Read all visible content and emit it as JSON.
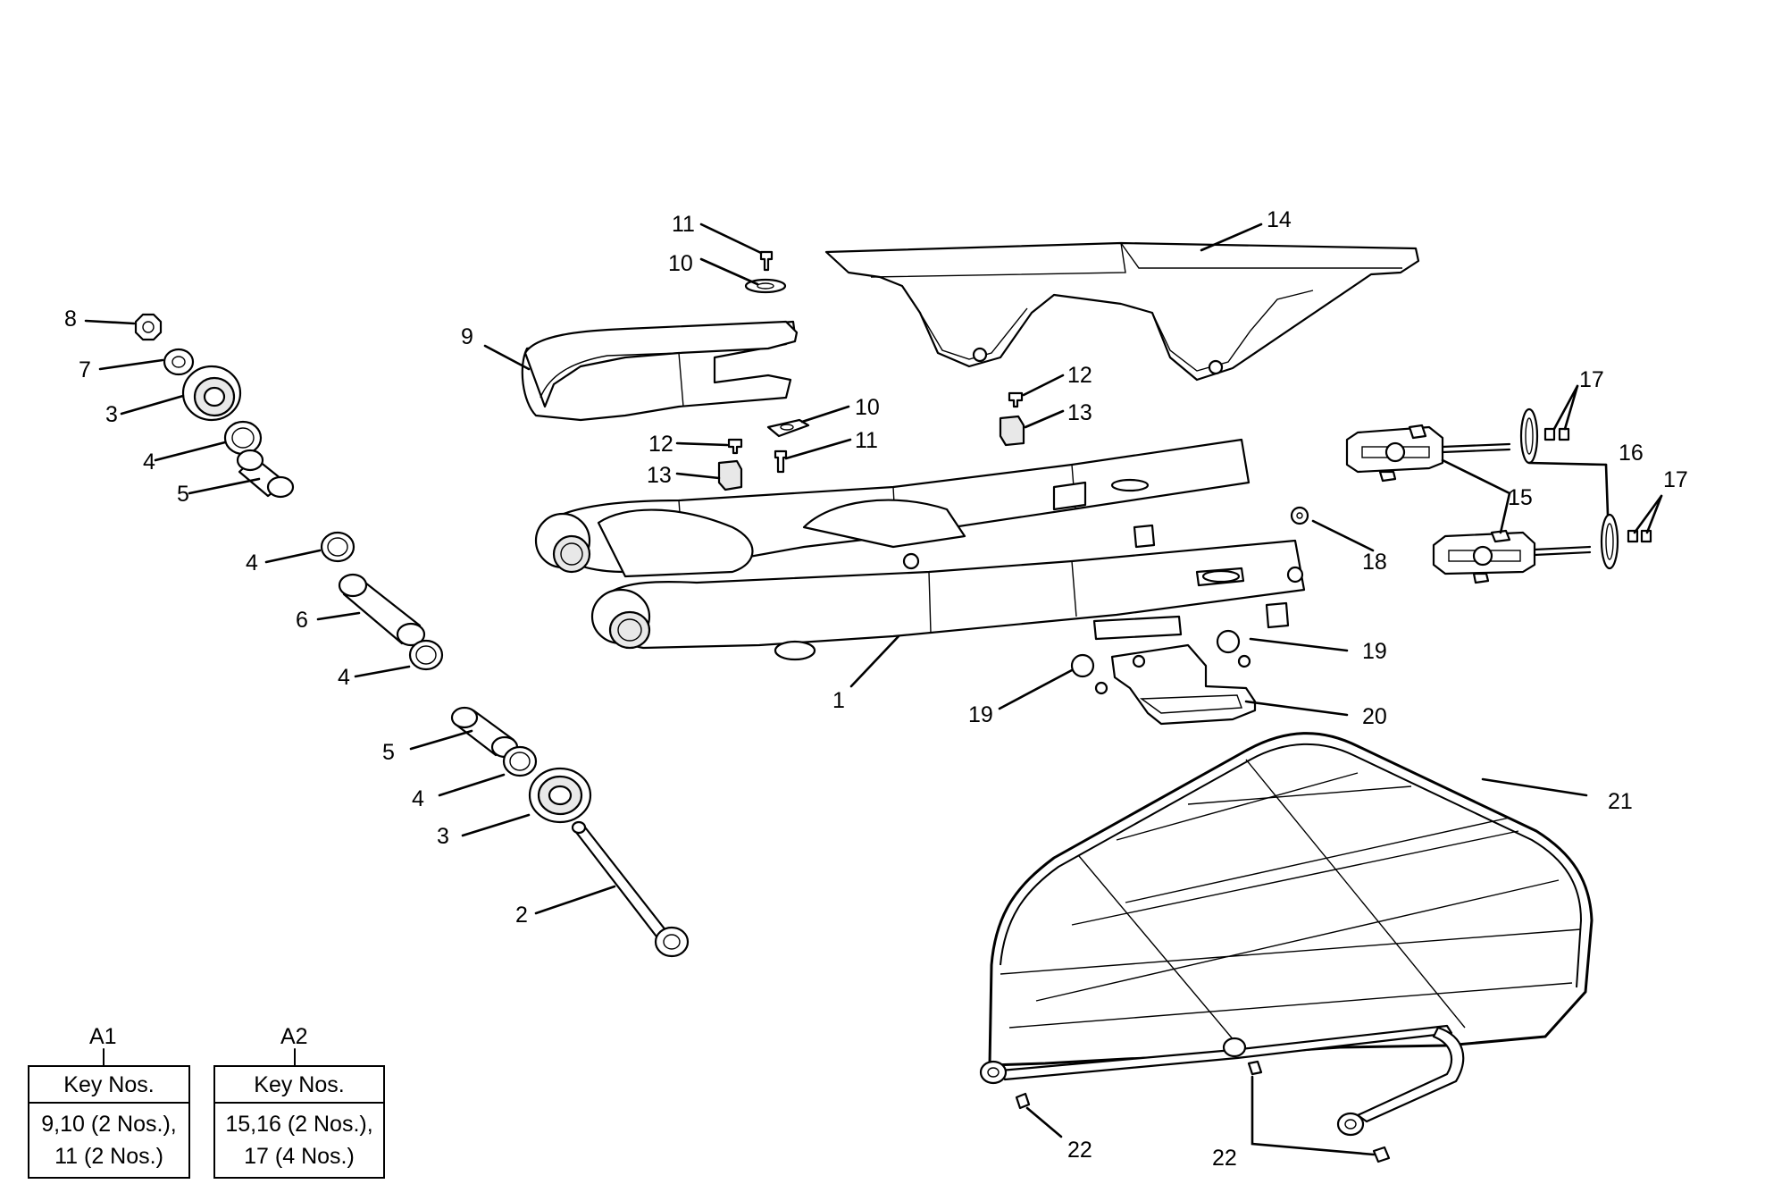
{
  "callouts": {
    "c1": "1",
    "c2": "2",
    "c3a": "3",
    "c3b": "3",
    "c4a": "4",
    "c4b": "4",
    "c4c": "4",
    "c4d": "4",
    "c5a": "5",
    "c5b": "5",
    "c6": "6",
    "c7": "7",
    "c8": "8",
    "c9": "9",
    "c10a": "10",
    "c10b": "10",
    "c11a": "11",
    "c11b": "11",
    "c12a": "12",
    "c12b": "12",
    "c13a": "13",
    "c13b": "13",
    "c14": "14",
    "c15": "15",
    "c16": "16",
    "c17a": "17",
    "c17b": "17",
    "c18": "18",
    "c19a": "19",
    "c19b": "19",
    "c20": "20",
    "c21": "21",
    "c22a": "22",
    "c22b": "22"
  },
  "key_tables": [
    {
      "label": "A1",
      "header": "Key Nos.",
      "line1": "9,10 (2 Nos.),",
      "line2": "11 (2 Nos.)"
    },
    {
      "label": "A2",
      "header": "Key Nos.",
      "line1": "15,16 (2 Nos.),",
      "line2": "17 (4 Nos.)"
    }
  ]
}
